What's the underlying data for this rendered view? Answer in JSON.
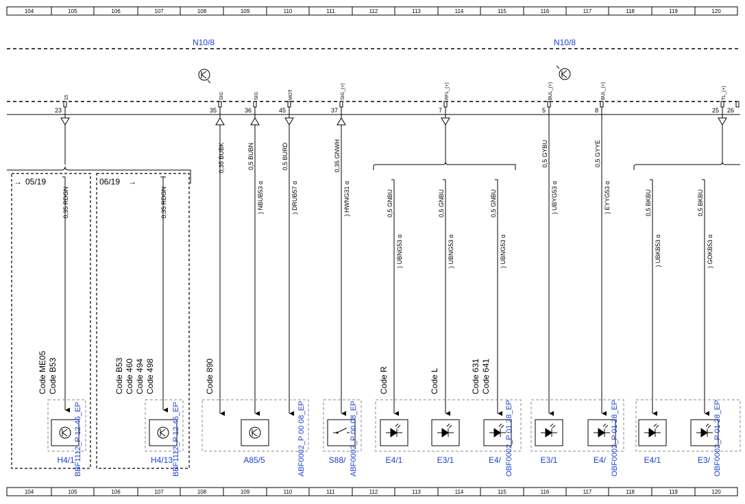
{
  "grid_columns": [
    "104",
    "105",
    "106",
    "107",
    "108",
    "109",
    "110",
    "111",
    "112",
    "113",
    "114",
    "115",
    "116",
    "117",
    "118",
    "119",
    "120"
  ],
  "module_names": [
    "N10/8",
    "N10/8"
  ],
  "pins": [
    {
      "num": "23",
      "sig": "15"
    },
    {
      "num": "35",
      "sig": "SIG"
    },
    {
      "num": "36",
      "sig": "SIG"
    },
    {
      "num": "45",
      "sig": "MOT"
    },
    {
      "num": "37",
      "sig": "SIG_(+)"
    },
    {
      "num": "7",
      "sig": "RFL_(+)"
    },
    {
      "num": "5",
      "sig": "BUL_(+)"
    },
    {
      "num": "8",
      "sig": "BUL_(+)"
    },
    {
      "num": "25",
      "sig": "TL_(+)"
    },
    {
      "num": "26",
      "sig": ""
    }
  ],
  "refs": [
    "05/19",
    "06/19"
  ],
  "wire_labels": {
    "pin35": "0,35 BUBK",
    "pin36": "0,5 BUBN",
    "pin45": "0,5 BURD",
    "pin37": "0,35 GNWH",
    "pin5": "0,5 GYBU",
    "pin8": "0,5 GYYE",
    "h4_1": "0,35 RDGN",
    "h4_13": "0,35 RDGN",
    "e41a": "0,5 GNBU",
    "e31a": "0,5 GNBU",
    "e41b": "0,5 GNBU",
    "e41c": "0,5 BKBU",
    "e31c": "0,5 BKBU"
  },
  "conn_labels": {
    "c36": ") NBUB53 ɑ",
    "c45": ") DRUB57 ɑ",
    "c37": ") HWNG31 ɑ",
    "c5": ") UBYG53 ɑ",
    "c8": ") EYYG53 ɑ",
    "e41a": ") UBNG53 ɑ",
    "e31a": ") UBNG53 ɑ",
    "e41b": ") UBNG53 ɑ",
    "e41c": ") UBKB53 ɑ",
    "e31c": ") GOKB53 ɑ"
  },
  "codes": {
    "h4_1": [
      "Code ME05",
      "Code B53"
    ],
    "h4_13": [
      "Code B53",
      "Code 460",
      "Code 494",
      "Code 498"
    ],
    "a85": [
      "Code 890"
    ],
    "e41a": [
      "Code R"
    ],
    "e31a": [
      "Code L"
    ],
    "e41b": [
      "Code 631",
      "Code 641"
    ]
  },
  "component_ids": [
    "BBF1112_P 12 45_EP",
    "BBF1112_P 12 45_EP",
    "ABF0002_P 00 08_EP",
    "ABF0002_P 00 08_EP",
    "OBF0002_P 01 28_EP",
    "OBF0002_P 01 28_EP",
    "OBF0002_P 01 28_EP"
  ],
  "components": [
    "H4/1",
    "H4/13",
    "A85/5",
    "S88/",
    "E4/1",
    "E3/1",
    "E4/",
    "E3/1",
    "E4/",
    "E4/1",
    "E3/"
  ]
}
